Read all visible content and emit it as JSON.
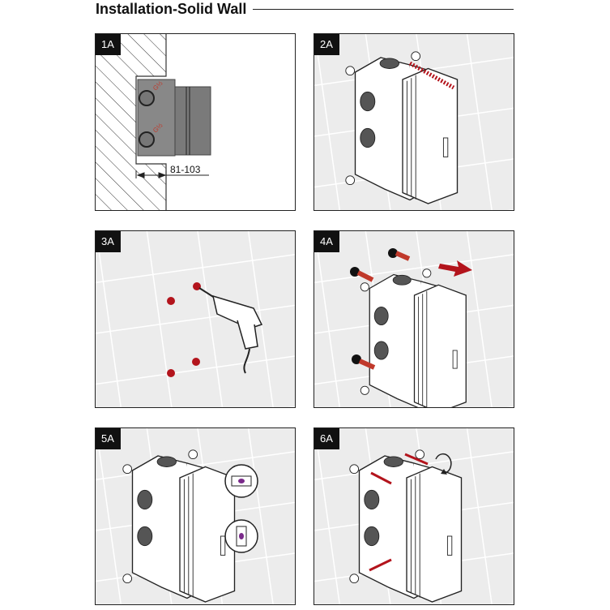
{
  "title": "Installation-Solid Wall",
  "steps": [
    {
      "label": "1A",
      "dimension": "81-103",
      "thread_top": "G½",
      "thread_bottom": "G½"
    },
    {
      "label": "2A"
    },
    {
      "label": "3A"
    },
    {
      "label": "4A"
    },
    {
      "label": "5A"
    },
    {
      "label": "6A"
    }
  ],
  "colors": {
    "accent": "#b3141c",
    "tile": "#ececec",
    "frame": "#222222"
  }
}
